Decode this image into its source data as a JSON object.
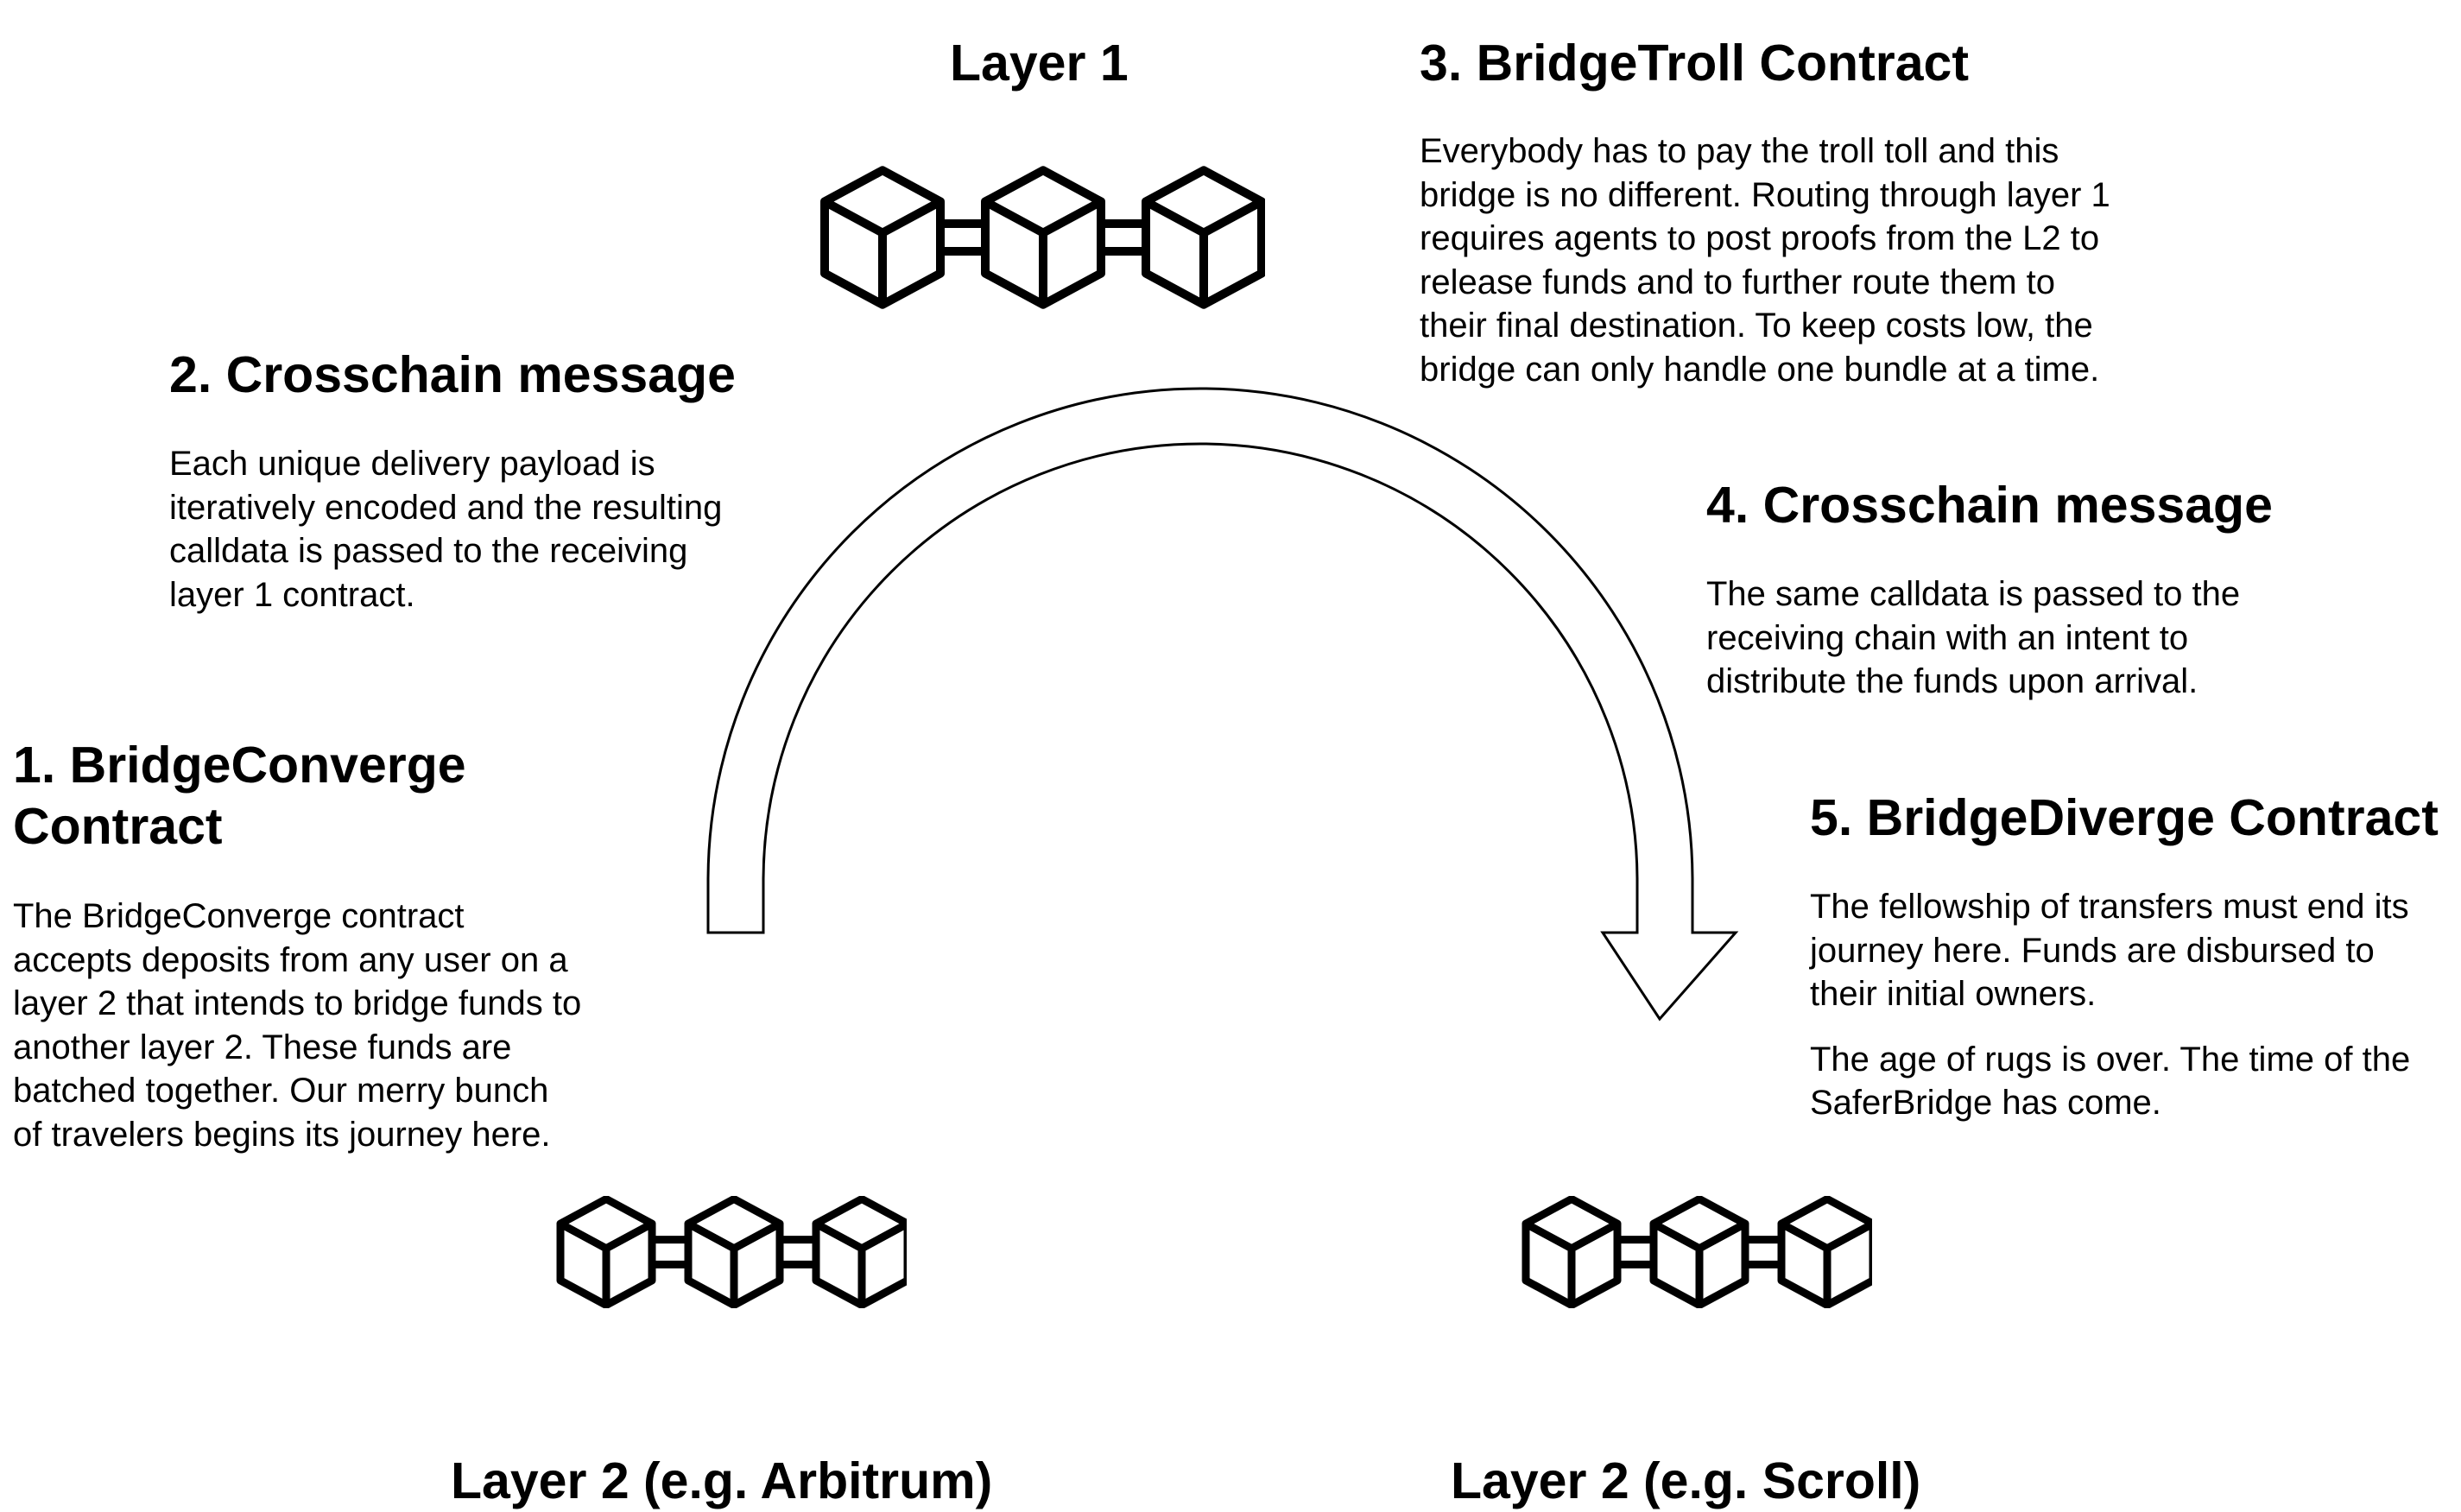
{
  "layers": {
    "layer1": "Layer 1",
    "layer2_left": "Layer 2 (e.g. Arbitrum)",
    "layer2_right": "Layer 2 (e.g. Scroll)"
  },
  "steps": [
    {
      "title_lines": [
        "1. BridgeConverge",
        "Contract"
      ],
      "body_lines": [
        "The BridgeConverge contract",
        "accepts deposits from any user on a",
        "layer 2 that intends to bridge funds to",
        "another layer 2. These funds are",
        "batched together. Our merry bunch",
        "of travelers begins its journey here."
      ]
    },
    {
      "title": "2. Crosschain message",
      "body_lines": [
        "Each unique delivery payload is",
        "iteratively encoded and the resulting",
        "calldata is passed to the receiving",
        "layer 1 contract."
      ]
    },
    {
      "title": "3. BridgeTroll Contract",
      "body_lines": [
        "Everybody has to pay the troll toll and this",
        "bridge is no different. Routing through layer 1",
        "requires agents to post proofs from the L2 to",
        "release funds and to further route them to",
        "their final destination. To keep costs low, the",
        "bridge can only handle one bundle at a time."
      ]
    },
    {
      "title": "4. Crosschain message",
      "body_lines": [
        "The same calldata is passed to the",
        "receiving chain with an intent to",
        "distribute the funds upon arrival."
      ]
    },
    {
      "title": "5. BridgeDiverge Contract",
      "body_lines": [
        "The fellowship of transfers must end its",
        "journey here. Funds are disbursed to",
        "their initial owners."
      ],
      "body2_lines": [
        "The age of rugs is over. The time of the",
        "SaferBridge has come."
      ]
    }
  ],
  "icons": {
    "chain": "blockchain-icon",
    "flow": "curved-arrow-icon"
  }
}
